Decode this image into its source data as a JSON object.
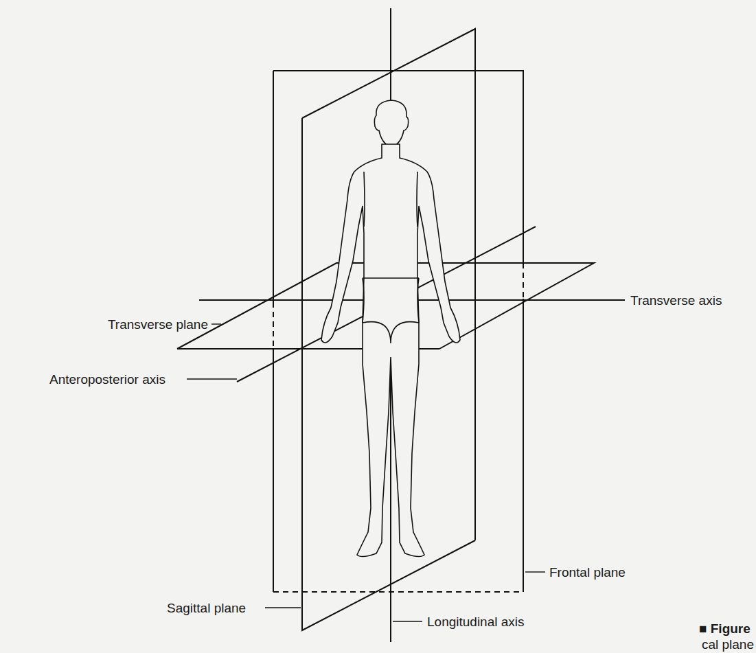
{
  "diagram": {
    "labels": [
      "Transverse axis",
      "Transverse plane",
      "Anteroposterior axis",
      "Frontal plane",
      "Sagittal plane",
      "Longitudinal axis",
      "■ Figure",
      "cal plane"
    ]
  }
}
